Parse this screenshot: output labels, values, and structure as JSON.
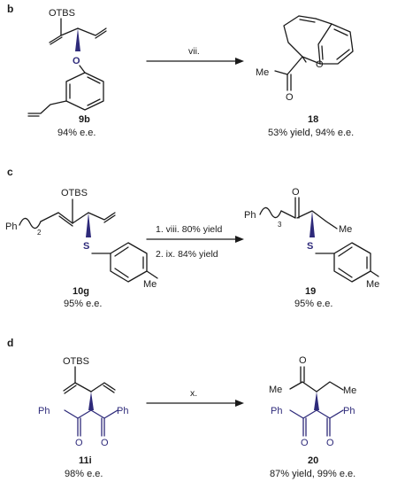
{
  "panels": {
    "b": {
      "letter": "b",
      "reactant": {
        "id": "9b",
        "ee": "94% e.e.",
        "group": "OTBS",
        "o": "O"
      },
      "reagent": "vii.",
      "product": {
        "id": "18",
        "ee": "53% yield, 94% e.e.",
        "me": "Me",
        "o_ring": "O",
        "o_carbonyl": "O"
      }
    },
    "c": {
      "letter": "c",
      "reactant": {
        "id": "10g",
        "ee": "95% e.e.",
        "group": "OTBS",
        "ph": "Ph",
        "sub": "2",
        "s": "S",
        "me": "Me"
      },
      "reagent_1": "1. viii. 80% yield",
      "reagent_2": "2. ix. 84% yield",
      "product": {
        "id": "19",
        "ee": "95% e.e.",
        "ph": "Ph",
        "sub": "3",
        "o": "O",
        "me_chain": "Me",
        "s": "S",
        "me": "Me"
      }
    },
    "d": {
      "letter": "d",
      "reactant": {
        "id": "11i",
        "ee": "98% e.e.",
        "group": "OTBS",
        "ph_left": "Ph",
        "ph_right": "Ph",
        "o_left": "O",
        "o_right": "O"
      },
      "reagent": "x.",
      "product": {
        "id": "20",
        "ee": "87% yield, 99% e.e.",
        "o": "O",
        "me_left": "Me",
        "me_right": "Me",
        "ph_left": "Ph",
        "ph_right": "Ph",
        "o_left": "O",
        "o_right": "O"
      }
    }
  },
  "colors": {
    "ink": "#1a1a1a",
    "highlight": "#2e2a7a"
  }
}
